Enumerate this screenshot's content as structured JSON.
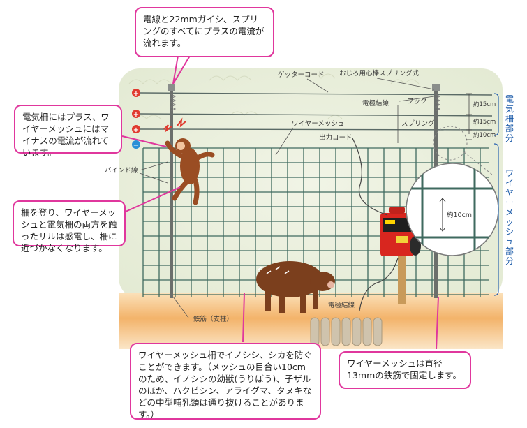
{
  "callouts": {
    "top": "電線と22mmガイシ、スプリングのすべてにプラスの電流が流れます。",
    "left_top": "電気柵にはプラス、ワイヤーメッシュにはマイナスの電流が流れています。",
    "left_mid": "柵を登り、ワイヤーメッシュと電気柵の両方を触ったサルは感電し、柵に近づかなくなります。",
    "bottom_center": "ワイヤーメッシュ柵でイノシシ、シカを防ぐことができます。（メッシュの目合い10cmのため、イノシシの幼獣(うりぼう)、子ザルのほか、ハクビシン、アライグマ、タヌキなどの中型哺乳類は通り抜けることがあります。）",
    "bottom_right": "ワイヤーメッシュは直径13mmの鉄筋で固定します。"
  },
  "labels": {
    "gutter_cord": "ゲッターコード",
    "ojiro_spring": "おじろ用心棒スプリング式",
    "hook": "フック",
    "electrode_wire_top": "電極結線",
    "spring": "スプリング",
    "wire_mesh": "ワイヤーメッシュ",
    "output_cord": "出力コード",
    "bind_wire": "バインド線",
    "rebar_post": "鉄筋（支柱）",
    "electrode_wire_bottom": "電極結線",
    "spacing_1": "約15cm",
    "spacing_2": "約15cm",
    "spacing_3": "約10cm",
    "zoom_spacing": "約10cm"
  },
  "side_labels": {
    "electric_part": "電気柵部分",
    "mesh_part": "ワイヤーメッシュ部分"
  },
  "symbols": {
    "plus": "+",
    "minus": "−"
  },
  "colors": {
    "callout_border": "#e0379d",
    "mesh": "#3f6a5f",
    "ground": "#f3b36a",
    "bracket": "#2a63b0",
    "plus": "#e03a2f",
    "minus": "#2a8fd6"
  }
}
